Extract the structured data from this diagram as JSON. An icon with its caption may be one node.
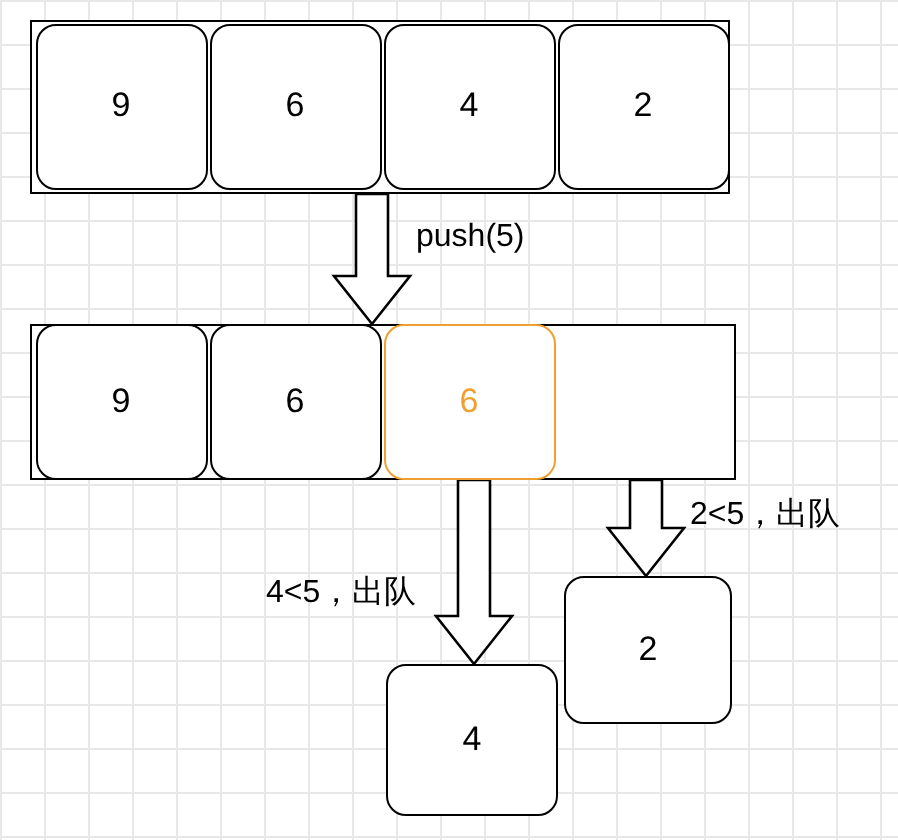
{
  "diagram": {
    "nodes": [
      {
        "text": [],
        "shape": "box"
      },
      {
        "text": [
          "9"
        ],
        "in": 0
      },
      {
        "text": [
          "6"
        ],
        "in": 0
      },
      {
        "text": [
          "4"
        ],
        "in": 0
      },
      {
        "text": [
          "2"
        ],
        "in": 0
      },
      {
        "text": [],
        "shape": "box"
      },
      {
        "text": [
          "9"
        ],
        "in": 5
      },
      {
        "text": [
          "6"
        ],
        "in": 5
      },
      {
        "text": [
          "6"
        ],
        "in": 5
      },
      {
        "text": [
          "4"
        ]
      },
      {
        "text": [
          "2"
        ]
      }
    ],
    "edges": [
      {
        "from": 0,
        "to": 5,
        "arrow": "to",
        "label": "push(5)"
      },
      {
        "from": 8,
        "to": 9,
        "arrow": "to",
        "label": "4<5，出队"
      },
      {
        "from": 5,
        "to": 10,
        "arrow": "to",
        "label": "2<5，出队"
      }
    ]
  }
}
